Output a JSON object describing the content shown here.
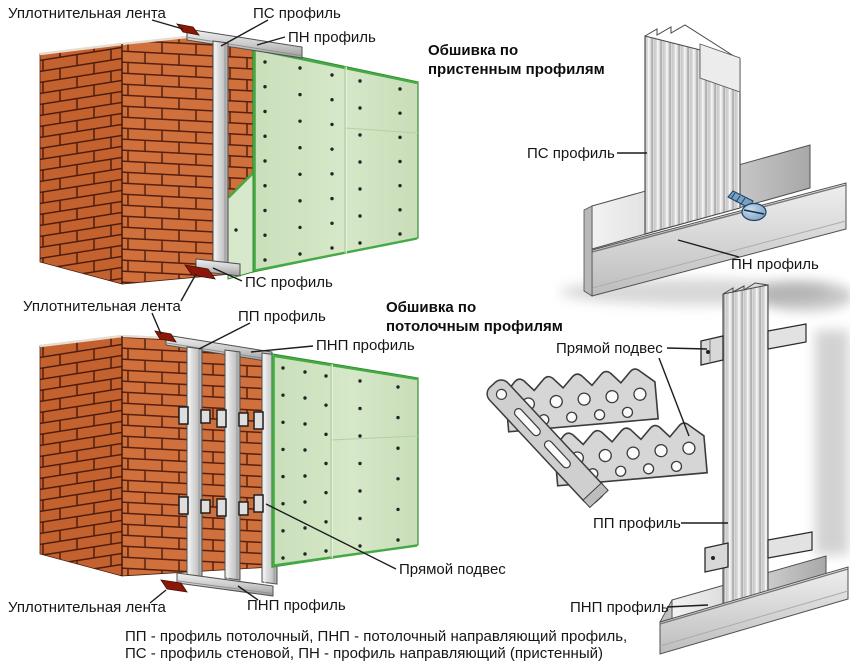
{
  "labels": {
    "seal_tape": "Уплотнительная лента",
    "ps_profile": "ПС профиль",
    "pn_profile": "ПН профиль",
    "pp_profile": "ПП профиль",
    "pnp_profile": "ПНП профиль",
    "direct_hanger": "Прямой подвес"
  },
  "headings": {
    "top": {
      "line1": "Обшивка по",
      "line2": "пристенным профилям"
    },
    "bottom": {
      "line1": "Обшивка по",
      "line2": "потолочным профилям"
    }
  },
  "legend": {
    "line1": "ПП - профиль потолочный, ПНП - потолочный направляющий профиль,",
    "line2": "ПС - профиль стеновой, ПН - профиль направляющий (пристенный)"
  },
  "colors": {
    "brick_front": "#d0703c",
    "brick_side": "#c4622f",
    "mortar": "#571f0e",
    "panel_green": "#cfe3c3",
    "panel_edge_green": "#45a945",
    "panel_edge_dark": "#2f8f2f",
    "profile_gray": "#d9d9d9",
    "seal_tape_red": "#8c1708",
    "screw_blue": "#76a0c4"
  }
}
